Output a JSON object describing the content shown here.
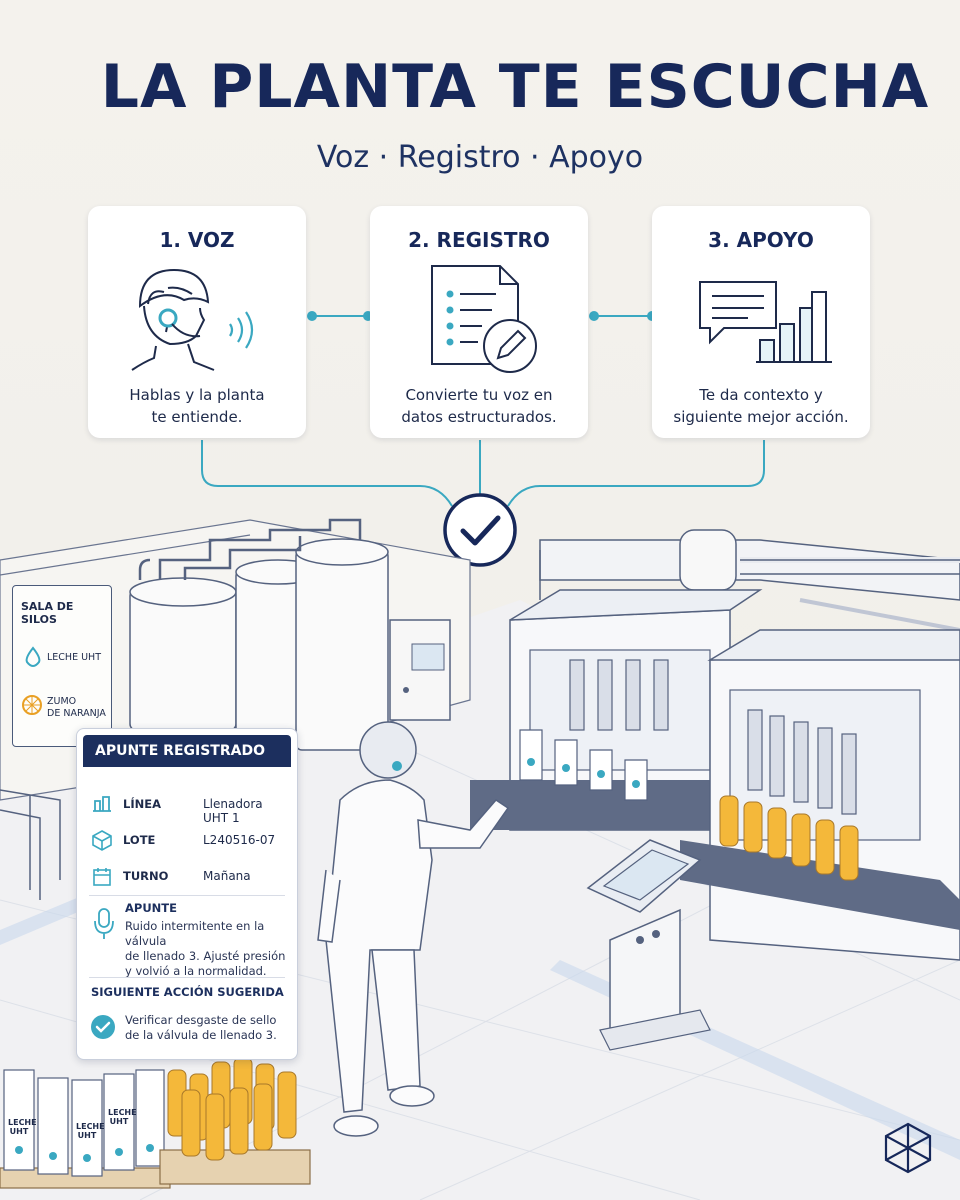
{
  "header": {
    "title": "LA PLANTA TE ESCUCHA",
    "subtitle": "Voz · Registro · Apoyo"
  },
  "steps": [
    {
      "title": "1. VOZ",
      "desc_line1": "Hablas y la planta",
      "desc_line2": "te entiende.",
      "icon": "operator-headset-icon"
    },
    {
      "title": "2. REGISTRO",
      "desc_line1": "Convierte tu voz en",
      "desc_line2": "datos estructurados.",
      "icon": "document-edit-icon"
    },
    {
      "title": "3. APOYO",
      "desc_line1": "Te da contexto y",
      "desc_line2": "siguiente mejor acción.",
      "icon": "chat-chart-icon"
    }
  ],
  "sign": {
    "title": "SALA DE SILOS",
    "item1": "LECHE UHT",
    "item2_line1": "ZUMO",
    "item2_line2": "DE NARANJA"
  },
  "note": {
    "header": "APUNTE REGISTRADO",
    "linea_label": "LÍNEA",
    "linea_value": "Llenadora UHT 1",
    "lote_label": "LOTE",
    "lote_value": "L240516-07",
    "turno_label": "TURNO",
    "turno_value": "Mañana",
    "apunte_label": "APUNTE",
    "apunte_line1": "Ruido intermitente en la válvula",
    "apunte_line2": "de llenado 3. Ajusté presión",
    "apunte_line3": "y volvió a la normalidad.",
    "accion_label": "SIGUIENTE ACCIÓN SUGERIDA",
    "accion_line1": "Verificar desgaste de sello",
    "accion_line2": "de la válvula de llenado 3."
  },
  "pallet": {
    "carton_line1": "LECHE",
    "carton_line2": "UHT"
  },
  "colors": {
    "navy": "#17285a",
    "teal": "#3aa8c1",
    "orange": "#f4b83a",
    "line": "#55627f"
  }
}
